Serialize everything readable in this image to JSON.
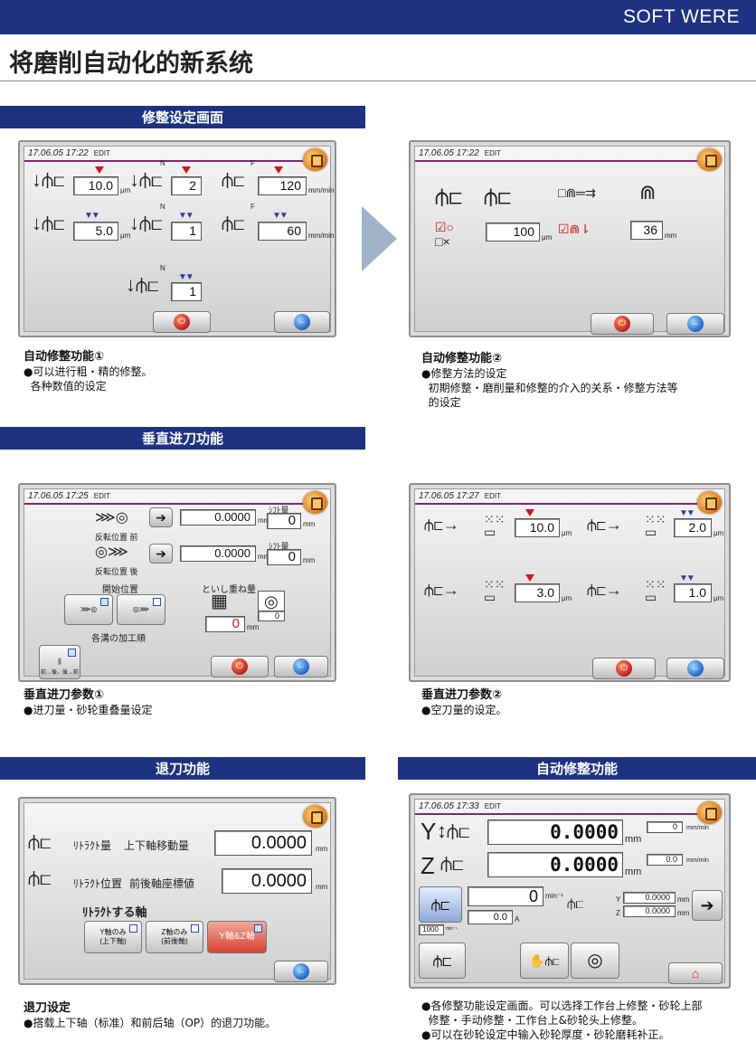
{
  "brand": "SOFT WERE",
  "page_title": "将磨削自动化的新系统",
  "colors": {
    "navy": "#1d3381",
    "red_marker": "#d8141b",
    "blue_marker": "#2c3ca8"
  },
  "sections": {
    "dress_setting": "修整设定画面",
    "vertical_feed": "垂直进刀功能",
    "retract": "退刀功能",
    "auto_dress": "自动修整功能"
  },
  "screen1": {
    "timestamp": "17.06.05 17:22",
    "mode": "EDIT",
    "values": [
      "10.0",
      "2",
      "120",
      "5.0",
      "1",
      "60",
      "1"
    ],
    "units": [
      "μm",
      "mm/min",
      "μm",
      "mm/min"
    ],
    "labels": [
      "N",
      "F",
      "N",
      "F",
      "N"
    ]
  },
  "screen2": {
    "timestamp": "17.06.05 17:22",
    "mode": "EDIT",
    "values": [
      "100",
      "36"
    ],
    "units": [
      "μm",
      "mm"
    ]
  },
  "screen3": {
    "timestamp": "17.06.05 17:25",
    "mode": "EDIT",
    "val1": "0.0000",
    "val2": "0.0000",
    "unit_mm": "mm",
    "shift_label": "ｼﾌﾄ量",
    "shift1": "0",
    "shift2": "0",
    "front_label": "反転位置 前",
    "back_label": "反転位置 後",
    "start_pos": "開始位置",
    "overlap": "といし重ね量",
    "overlap_val": "0",
    "small_val": "0",
    "order_label": "各溝の加工順",
    "order_btn": "前→後、後→前"
  },
  "screen4": {
    "timestamp": "17.06.05 17:27",
    "mode": "EDIT",
    "values": [
      "10.0",
      "2.0",
      "3.0",
      "1.0"
    ],
    "unit": "μm"
  },
  "screen5": {
    "row1_label": "ﾘﾄﾗｸﾄ量",
    "row1_desc": "上下軸移動量",
    "row1_val": "0.0000",
    "row2_label": "ﾘﾄﾗｸﾄ位置",
    "row2_desc": "前後軸座標値",
    "row2_val": "0.0000",
    "unit": "mm",
    "axis_title": "ﾘﾄﾗｸﾄする軸",
    "btn_y": "Y軸のみ\n(上下軸)",
    "btn_z": "Z軸のみ\n(前後軸)",
    "btn_yz": "Y軸&Z軸"
  },
  "screen6": {
    "timestamp": "17.06.05 17:33",
    "mode": "EDIT",
    "y_label": "Y",
    "y_val": "0.0000",
    "y_feed": "0",
    "z_label": "Z",
    "z_val": "0.0000",
    "z_feed": "0.0",
    "unit_mm": "mm",
    "unit_mmmin": "mm/min",
    "rpm_val": "0",
    "rpm_unit": "min⁻¹",
    "amp_val": "0.0",
    "amp_unit": "A",
    "wheel_val": "1000",
    "wheel_unit": "min⁻¹",
    "py_label": "Y",
    "py_val": "0.0000",
    "pz_label": "Z",
    "pz_val": "0.0000"
  },
  "captions": {
    "c1_title": "自动修整功能①",
    "c1_l1": "●可以进行粗・精的修整。",
    "c1_l2": "各种数值的设定",
    "c2_title": "自动修整功能②",
    "c2_l1": "●修整方法的设定",
    "c2_l2": "初期修整・磨削量和修整的介入的关系・修整方法等",
    "c2_l3": "的设定",
    "c3_title": "垂直进刀参数①",
    "c3_l1": "●进刀量・砂轮重叠量设定",
    "c4_title": "垂直进刀参数②",
    "c4_l1": "●空刀量的设定。",
    "c5_title": "退刀设定",
    "c5_l1": "●搭载上下轴（标准）和前后轴（OP）的退刀功能。",
    "c6_l1": "●各修整功能设定画面。可以选择工作台上修整・砂轮上部",
    "c6_l2": "修整・手动修整・工作台上&砂轮头上修整。",
    "c6_l3": "●可以在砂轮设定中输入砂轮厚度・砂轮磨耗补正。"
  }
}
